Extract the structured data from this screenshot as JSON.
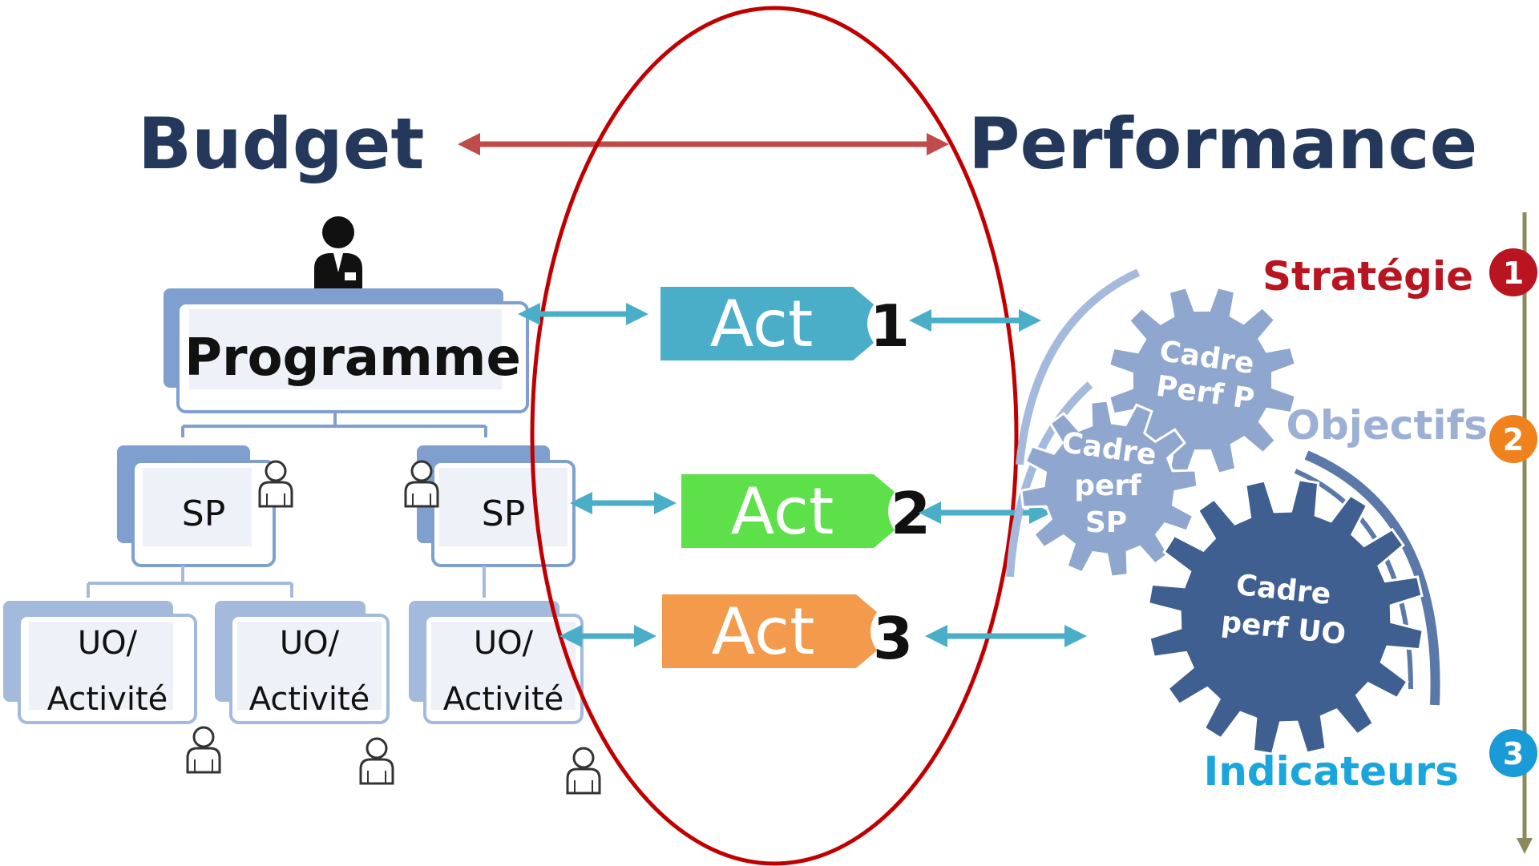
{
  "titles": {
    "budget": "Budget",
    "performance": "Performance"
  },
  "programme": {
    "label": "Programme"
  },
  "sub_programmes": [
    {
      "label": "SP"
    },
    {
      "label": "SP"
    }
  ],
  "units": [
    {
      "line1": "UO/",
      "line2": "Activité"
    },
    {
      "line1": "UO/",
      "line2": "Activité"
    },
    {
      "line1": "UO/",
      "line2": "Activité"
    }
  ],
  "acts": [
    {
      "label": "Act",
      "number": "1",
      "color": "#4aaec8"
    },
    {
      "label": "Act",
      "number": "2",
      "color": "#5ee04a"
    },
    {
      "label": "Act",
      "number": "3",
      "color": "#f39a4c"
    }
  ],
  "gears": [
    {
      "line1": "Cadre",
      "line2": "Perf P",
      "line3": "",
      "color": "#8fa6cf"
    },
    {
      "line1": "Cadre",
      "line2": "perf",
      "line3": "SP",
      "color": "#8fa6cf"
    },
    {
      "line1": "Cadre",
      "line2": "perf UO",
      "line3": "",
      "color": "#3e5f8f"
    }
  ],
  "levels": [
    {
      "label": "Stratégie",
      "badge": "1",
      "color": "#b91520"
    },
    {
      "label": "Objectifs",
      "badge": "2",
      "color": "#9bb0d4",
      "badge_color": "#f0821e"
    },
    {
      "label": "Indicateurs",
      "badge": "3",
      "color": "#1aa5dc",
      "badge_color": "#1a9ad6"
    }
  ],
  "colors": {
    "title": "#24385c",
    "ellipse": "#c00000",
    "double_arrow": "#c04b4b",
    "link_arrow": "#4aaec8",
    "box_shadow": "#7f9fcf",
    "box_border": "#7f9fcf",
    "timeline": "#8a8a5c"
  },
  "icons": {
    "manager": "person-with-tie-icon",
    "person": "person-outline-icon"
  }
}
